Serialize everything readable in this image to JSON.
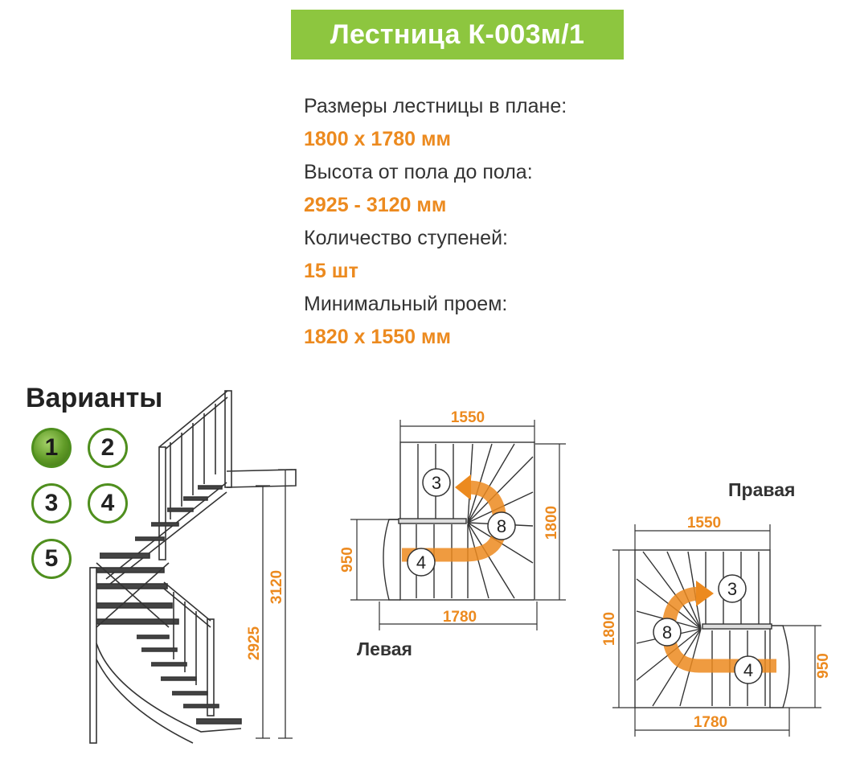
{
  "title": "Лестница К-003м/1",
  "specs": [
    {
      "label": "Размеры лестницы в плане:",
      "value": "1800 х 1780 мм"
    },
    {
      "label": "Высота от пола до пола:",
      "value": "2925 - 3120 мм"
    },
    {
      "label": "Количество ступеней:",
      "value": "15 шт"
    },
    {
      "label": "Минимальный проем:",
      "value": "1820 х 1550 мм"
    }
  ],
  "variants": {
    "title": "Варианты",
    "items": [
      "1",
      "2",
      "3",
      "4",
      "5"
    ],
    "selected": "1"
  },
  "side_view": {
    "height_min": "2925",
    "height_max": "3120"
  },
  "left_plan": {
    "label": "Левая",
    "dim_top": "1550",
    "dim_bottom": "1780",
    "dim_right": "1800",
    "dim_left": "950",
    "steps": [
      "3",
      "8",
      "4"
    ]
  },
  "right_plan": {
    "label": "Правая",
    "dim_top": "1550",
    "dim_bottom": "1780",
    "dim_left": "1800",
    "dim_right": "950",
    "steps": [
      "3",
      "8",
      "4"
    ]
  },
  "colors": {
    "banner": "#8dc63f",
    "accent": "#ec8a1f",
    "variant_ring": "#4f8f1e"
  }
}
